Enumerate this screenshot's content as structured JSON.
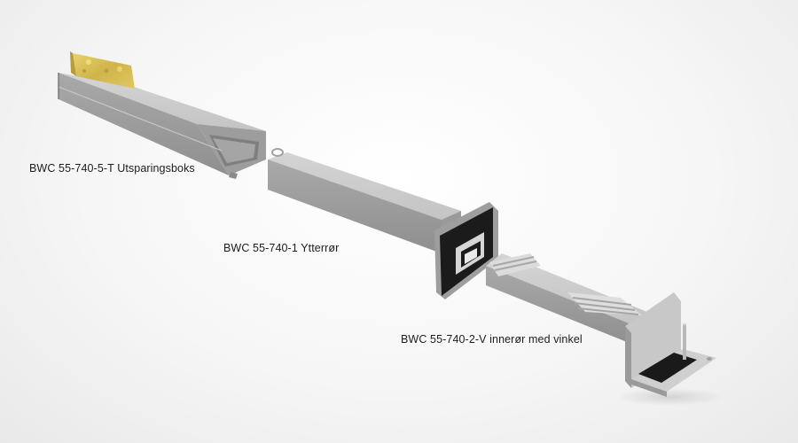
{
  "labels": {
    "recess_box": "BWC 55-740-5-T Utsparingsboks",
    "outer_pipe": "BWC 55-740-1 Ytterrør",
    "inner_pipe": "BWC 55-740-2-V innerør med vinkel"
  },
  "colors": {
    "background": "#f4f4f4",
    "part_grey": "#b9b9b9",
    "insulation": "#d9c25a",
    "gasket": "#1a1a1a"
  }
}
